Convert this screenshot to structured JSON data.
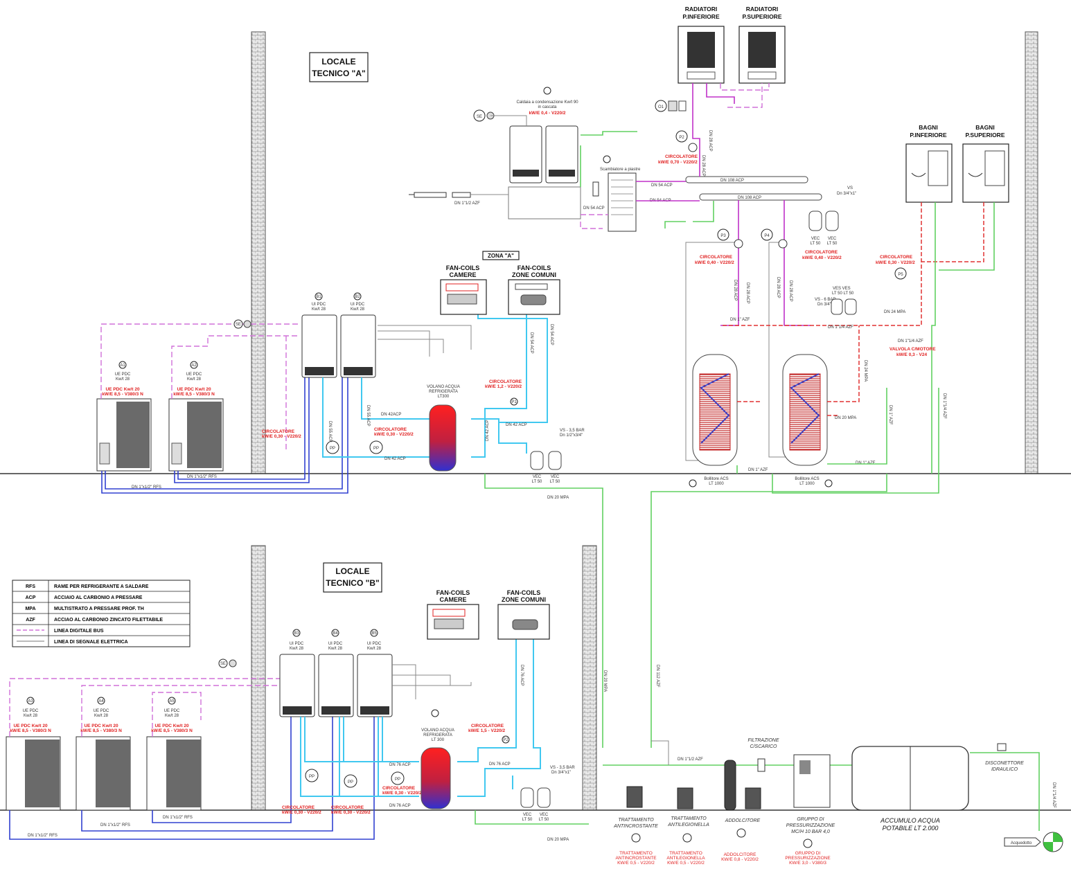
{
  "zone_a": {
    "title_line1": "LOCALE",
    "title_line2": "TECNICO \"A\"",
    "zona_label": "ZONA \"A\"",
    "fancoils_camere": "FAN-COILS\nCAMERE",
    "fancoils_comuni": "FAN-COILS\nZONE COMUNI",
    "outdoor_units": [
      {
        "tag": "A1",
        "text": "UE PDC\nKw/t 28",
        "red": "UE PDC  Kw/t 20\nkW/E 8,5 - V380/3 N"
      },
      {
        "tag": "A2",
        "text": "UE PDC\nKw/t 28",
        "red": "UE PDC  Kw/t 20\nkW/E 8,5 - V380/3 N"
      }
    ],
    "indoor_units": [
      {
        "tag": "B1",
        "text": "UI PDC\nKw/t 28"
      },
      {
        "tag": "B2",
        "text": "UI PDC\nKw/t 28"
      }
    ],
    "circolatore_left": "CIRCOLATORE\nkW/E 0,30 - V220/2",
    "circolatore_mid": "CIRCOLATORE\nkW/E 0,30 - V220/2",
    "circolatore_fc": "CIRCOLATORE\nkW/E 1,2 - V220/2",
    "volano": "VOLANO ACQUA\nREFRIGERATA\nLT300",
    "vs": "VS - 3,5 BAR\nDn 1/2\"x3/4\"",
    "vec1": "VEC\nLT 50",
    "vec2": "VEC\nLT 50",
    "pipes": [
      "DN 42ACP",
      "DN 42 ACP",
      "DN 42 ACP",
      "DN 54 ACP",
      "DN 54 ACP",
      "DN 55 ACP",
      "DN 55 ACP",
      "DN 42 ACP",
      "DN 1\"x1/2\" RFS",
      "DN 1\"x1/2\" RFS",
      "DN 20 MPA"
    ]
  },
  "zone_top": {
    "caldaia": "Caldaia a condensazione Kw/t 90\nin cascata",
    "caldaia_red": "kW/E 0,4 - V220/2",
    "scambiatore": "Scambiatore a piastre",
    "circolatore_p2": "CIRCOLATORE\nkW/E 0,70 - V220/2",
    "circolatore_p3": "CIRCOLATORE\nkW/E 0,40 - V220/2",
    "circolatore_p4": "CIRCOLATORE\nkW/E 0,40 - V220/2",
    "circolatore_p5": "CIRCOLATORE\nkW/E 0,30 - V220/2",
    "valvola": "VALVOLA C/MOTORE\nkW/E 0,3 - V24",
    "radiatori_inf": "RADIATORI\nP.INFERIORE",
    "radiatori_sup": "RADIATORI\nP.SUPERIORE",
    "bagni_inf": "BAGNI\nP.INFERIORE",
    "bagni_sup": "BAGNI\nP.SUPERIORE",
    "bollitore1": "Bollitore ACS\nLT 1000",
    "bollitore2": "Bollitore ACS\nLT 1000",
    "vs_top": "VS\nDn 3/4\"x1\"",
    "vs_6": "VS - 6 BAR\nDn 3/4\"",
    "ves": "VES  VES\nLT 50  LT 50",
    "vec_top": "VEC   VEC\nLT 50 LT 50",
    "pipes_top": [
      "DN 108 ACP",
      "DN 108 ACP",
      "DN 54 ACP",
      "DN 54 ACP",
      "DN 1\"1/2  AZF",
      "DN 1\" AZF",
      "DN 1\"1/4 AZF",
      "DN 24 MPA",
      "DN 20 MPA",
      "DN 1\" AZF",
      "DN 1\" AZF",
      "DN 1\"1/4 AZF",
      "DN 28 ACP",
      "DN 28 ACP",
      "DN 28 ACP"
    ]
  },
  "zone_b": {
    "title_line1": "LOCALE",
    "title_line2": "TECNICO \"B\"",
    "fancoils_camere": "FAN-COILS\nCAMERE",
    "fancoils_comuni": "FAN-COILS\nZONE COMUNI",
    "outdoor_units": [
      {
        "tag": "A3",
        "text": "UE PDC\nKw/t 28",
        "red": "UE PDC  Kw/t 20\nkW/E 8,5 - V380/3 N"
      },
      {
        "tag": "A4",
        "text": "UE PDC\nKw/t 28",
        "red": "UE PDC  Kw/t 20\nkW/E 8,5 - V380/3 N"
      },
      {
        "tag": "A5",
        "text": "UE PDC\nKw/t 28",
        "red": "UE PDC  Kw/t 20\nkW/E 8,5 - V380/3 N"
      }
    ],
    "indoor_units": [
      {
        "tag": "B3",
        "text": "UI PDC\nKw/t 28"
      },
      {
        "tag": "B4",
        "text": "UI PDC\nKw/t 28"
      },
      {
        "tag": "B5",
        "text": "UI PDC\nKw/t 28"
      }
    ],
    "circolatore_1": "CIRCOLATORE\nkW/E 0,30 - V220/2",
    "circolatore_2": "CIRCOLATORE\nkW/E 0,30 - V220/2",
    "circolatore_3": "CIRCOLATORE\nkW/E 0,30 - V220/2",
    "circolatore_fc": "CIRCOLATORE\nkW/E 1,5 - V220/2",
    "volano": "VOLANO ACQUA\nREFRIGERATA\nLT 300",
    "vs": "VS - 3,5 BAR\nDn 3/4\"x1\"",
    "vec1": "VEC\nLT 50",
    "vec2": "VEC\nLT 50",
    "pipes": [
      "DN 76 ACP",
      "DN 76 ACP",
      "DN 76 ACP",
      "DN 76 ACP",
      "DN 1\"x1/2\" RFS",
      "DN 1\"x1/2\" RFS",
      "DN 1\"x1/2\" RFS",
      "DN 20 MPA"
    ]
  },
  "legend": [
    {
      "code": "RFS",
      "desc": "RAME PER REFRIGERANTE A SALDARE"
    },
    {
      "code": "ACP",
      "desc": "ACCIAIO AL CARBONIO A PRESSARE"
    },
    {
      "code": "MPA",
      "desc": "MULTISTRATO A PRESSARE PROF. TH"
    },
    {
      "code": "AZF",
      "desc": "ACCIAO AL CARBONIO ZINCATO FILETTABILE"
    },
    {
      "code": "",
      "desc": "LINEA DIGITALE BUS"
    },
    {
      "code": "",
      "desc": "LINEA DI SEGNALE ELETTRICA"
    }
  ],
  "water_treatment": {
    "antincrostante": "TRATTAMENTO\nANTINCROSTANTE",
    "antincrostante_red": "TRATTAMENTO\nANTINCROSTANTE\nKW/E 0,5 - V220/2",
    "antilegionella": "TRATTAMENTO\nANTILEGIONELLA",
    "antilegionella_red": "TRATTAMENTO\nANTILEGIONELLA\nKW/E 0,5 - V220/2",
    "addolcitore": "ADDOLCITORE",
    "addolcitore_red": "ADDOLCITORE\nKW/E 0,8 - V220/2",
    "filtrazione": "FILTRAZIONE\nC/SCARICO",
    "gruppo": "GRUPPO DI\nPRESSURIZZAZIONE\nMC/H 10  BAR 4,0",
    "gruppo_red": "GRUPPO DI\nPRESSURIZZAZIONE\nKW/E 3,0 - V380/3",
    "accumulo": "ACCUMULO ACQUA\nPOTABILE LT 2.000",
    "disconnettore": "DISCONETTORE\nIDRAULICO",
    "acquedotto": "Acquedotto",
    "dn_1_1_2": "DN 1\"1/2 AZF",
    "dn_1_1_4": "DN 1\"1/4 AZF",
    "dn_20": "DN 20 MPA",
    "dn_112": "DN 112 AZF"
  },
  "colors": {
    "cyan": "#40c8f0",
    "green": "#60d060",
    "pink": "#d070d8",
    "magenta": "#c030c8",
    "red": "#e03030",
    "blue": "#3040d0"
  }
}
